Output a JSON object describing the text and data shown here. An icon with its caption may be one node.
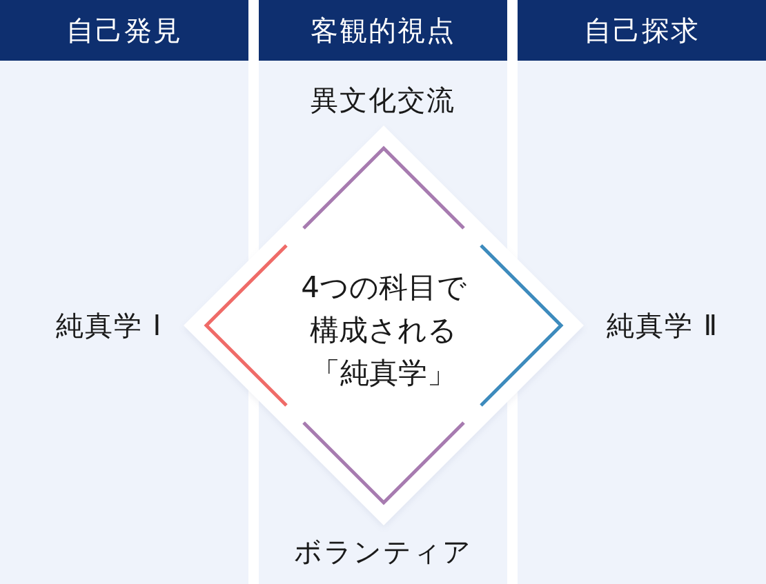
{
  "diagram": {
    "nodes": [
      {
        "text": [
          "自己発見"
        ]
      },
      {
        "text": [
          "客観的視点"
        ]
      },
      {
        "text": [
          "自己探求"
        ]
      },
      {
        "text": [
          "4つの科目で構成される「純真学」"
        ]
      }
    ],
    "labels": [
      "異文化交流",
      "純真学 Ⅰ",
      "純真学 Ⅱ",
      "ボランティア"
    ]
  }
}
